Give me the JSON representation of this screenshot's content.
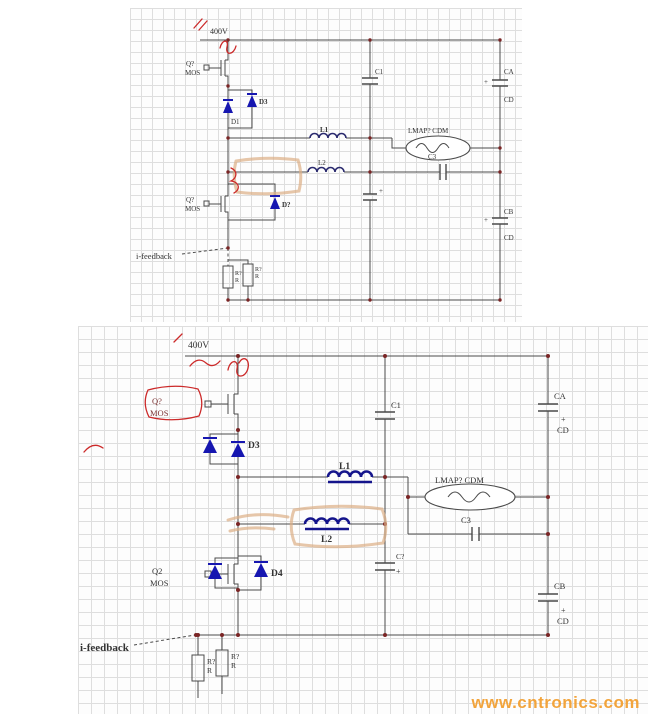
{
  "page": {
    "watermark": "www.cntronics.com"
  },
  "colors": {
    "diode": "#1616b0",
    "wire": "#4a4a4a",
    "junction": "#7a2525",
    "annotation_red": "#cc2a2a",
    "highlight_tan": "#dcae84",
    "watermark_orange": "#f2a43c",
    "grid": "#dedede",
    "label": "#333333"
  },
  "top_circuit": {
    "supply": "400V",
    "q1_ref": "Q?",
    "q1_type": "MOS",
    "d1": "D1",
    "d3": "D3",
    "d4": "D?",
    "l1": "L1",
    "l2": "L2",
    "c1": "C1",
    "c3": "C3",
    "ca": "CA",
    "cd_a": "CD",
    "cb": "CB",
    "cd_b": "CD",
    "plus_a": "+",
    "plus_b": "+",
    "plus_c": "+",
    "lamp": "LMAP? CDM",
    "q2_ref": "Q?",
    "q2_type": "MOS",
    "feedback": "i-feedback",
    "r1_ref": "R?",
    "r1_val": "R",
    "r2_ref": "R?",
    "r2_val": "R"
  },
  "bottom_circuit": {
    "supply": "400V",
    "q1_ref": "Q?",
    "q1_type": "MOS",
    "d3": "D3",
    "d4": "D4",
    "l1": "L1",
    "l2": "L2",
    "c1": "C1",
    "c2": "C?",
    "c3": "C3",
    "ca": "CA",
    "cd_a": "CD",
    "cb": "CB",
    "cd_b": "CD",
    "plus_a": "+",
    "plus_b": "+",
    "plus_c": "+",
    "lamp": "LMAP? CDM",
    "q2_ref": "Q2",
    "q2_type": "MOS",
    "feedback": "i-feedback",
    "r1_ref": "R?",
    "r1_val": "R",
    "r2_ref": "R?",
    "r2_val": "R"
  }
}
